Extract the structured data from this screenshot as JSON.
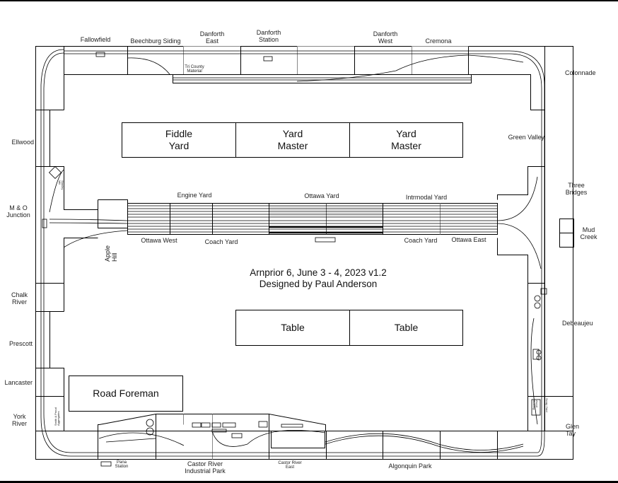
{
  "layout": {
    "title_line1": "Arnprior 6, June 3 - 4, 2023 v1.2",
    "title_line2": "Designed by Paul Anderson"
  },
  "stations": {
    "top": {
      "fallowfield": "Fallowfield",
      "beechburg_siding": "Beechburg Siding",
      "danforth_east": "Danforth\nEast",
      "danforth_station": "Danforth\nStation",
      "danforth_west": "Danforth\nWest",
      "cremona": "Cremona"
    },
    "right": {
      "colonnade": "Colonnade",
      "green_valley": "Green Valley",
      "three_bridges": "Three\nBridges",
      "mud_creek": "Mud\nCreek",
      "debeaujeu": "Debeaujeu",
      "glen_tay": "Glen\nTay"
    },
    "left": {
      "ellwood": "Ellwood",
      "mo_junction": "M & O\nJunction",
      "chalk_river": "Chalk\nRiver",
      "prescott": "Prescott",
      "lancaster": "Lancaster",
      "york_river": "York\nRiver"
    },
    "bottom": {
      "pana_station": "Pana\nStation",
      "castor_river_industrial_park": "Castor River\nIndustrial Park",
      "castor_river_east": "Castor River\nEast",
      "algonquin_park": "Algonquin Park"
    },
    "yard": {
      "engine_yard": "Engine Yard",
      "ottawa_yard": "Ottawa Yard",
      "intermodal_yard": "Intrmodal Yard",
      "ottawa_west": "Ottawa West",
      "coach_yard_west": "Coach Yard",
      "coach_yard_east": "Coach Yard",
      "ottawa_east": "Ottawa East",
      "apple_hill": "Apple\nHill"
    }
  },
  "industries": {
    "tri_county": "Tri County\nMaterial",
    "aggregates": "Smith & Proud\nAggregates",
    "ascot_bottling": "Ascot\nBottling",
    "scrap_yard": "Scrap Yard",
    "mo_industry": "Stanley\nMill"
  },
  "tables": {
    "fiddle_yard": "Fiddle\nYard",
    "yard_master_1": "Yard\nMaster",
    "yard_master_2": "Yard\nMaster",
    "table_1": "Table",
    "table_2": "Table",
    "road_foreman": "Road Foreman"
  }
}
